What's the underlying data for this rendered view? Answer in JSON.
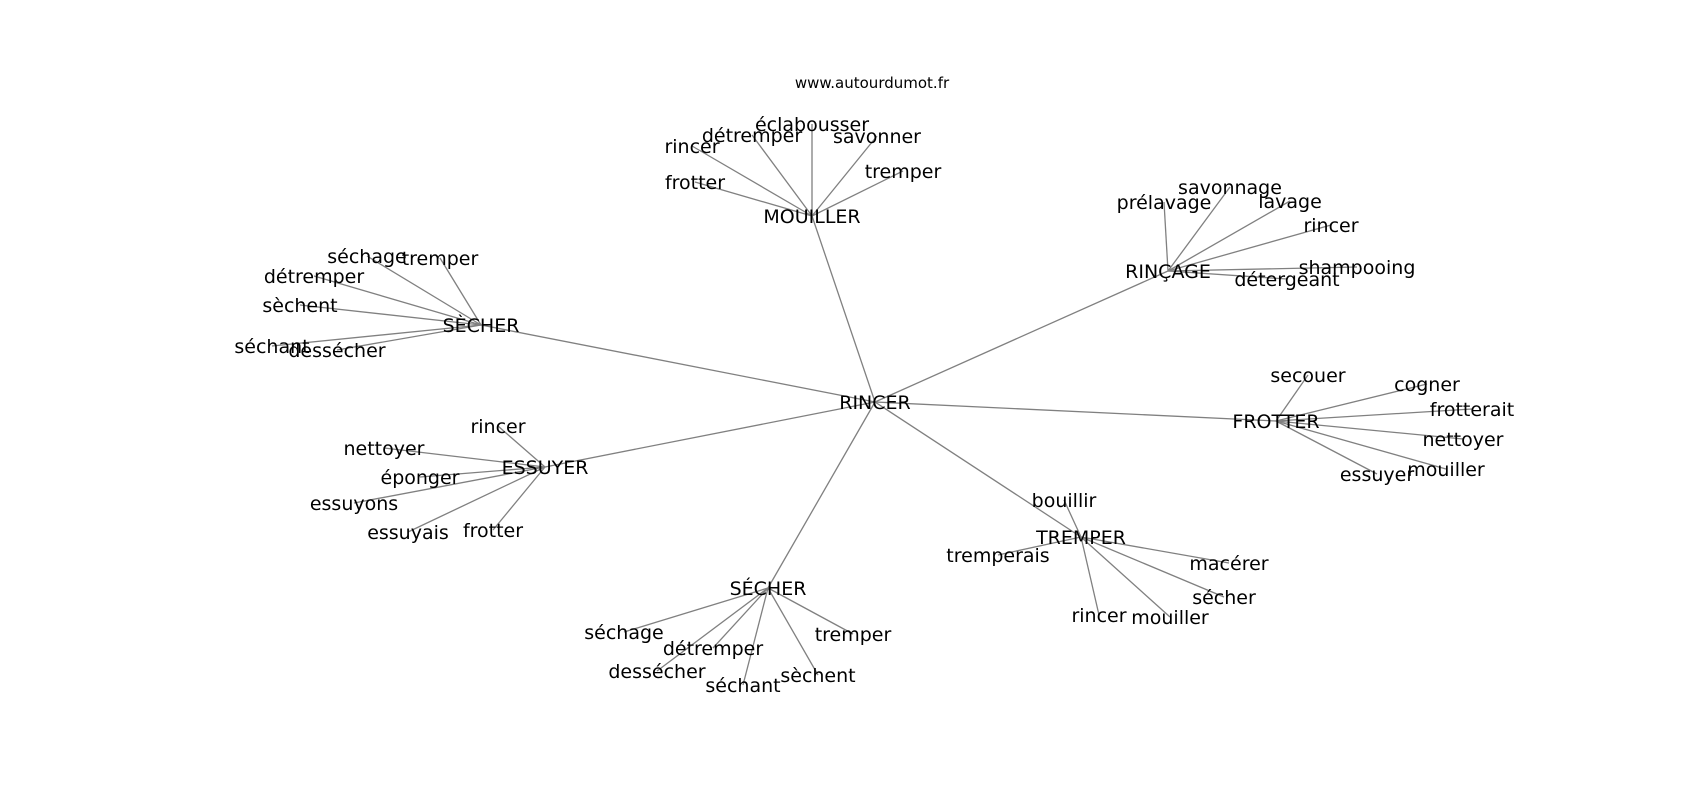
{
  "watermark": "www.autourdumot.fr",
  "colors": {
    "edge": "#808080",
    "text": "#000000",
    "background": "#ffffff"
  },
  "graph": {
    "center": "RINCER",
    "groups": [
      {
        "hub": "MOUILLER",
        "words": [
          "éclabousser",
          "détremper",
          "rincer",
          "savonner",
          "tremper",
          "frotter"
        ]
      },
      {
        "hub": "RINÇAGE",
        "words": [
          "savonnage",
          "prélavage",
          "lavage",
          "rincer",
          "shampooing",
          "détergeant"
        ]
      },
      {
        "hub": "SÈCHER",
        "words": [
          "séchage",
          "tremper",
          "détremper",
          "sèchent",
          "séchant",
          "dessécher"
        ]
      },
      {
        "hub": "FROTTER",
        "words": [
          "secouer",
          "cogner",
          "frotterait",
          "nettoyer",
          "essuyer",
          "mouiller"
        ]
      },
      {
        "hub": "ESSUYER",
        "words": [
          "rincer",
          "nettoyer",
          "éponger",
          "essuyons",
          "essuyais",
          "frotter"
        ]
      },
      {
        "hub": "TREMPER",
        "words": [
          "bouillir",
          "tremperais",
          "macérer",
          "sécher",
          "rincer",
          "mouiller"
        ]
      },
      {
        "hub": "SÉCHER",
        "words": [
          "séchage",
          "tremper",
          "détremper",
          "dessécher",
          "sèchent",
          "séchant"
        ]
      }
    ]
  }
}
